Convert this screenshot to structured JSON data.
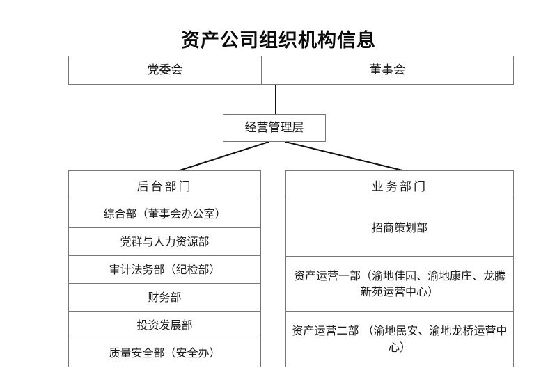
{
  "title": "资产公司组织机构信息",
  "top_tier": {
    "party_committee": "党委会",
    "board_of_directors": "董事会"
  },
  "management_tier": {
    "label": "经营管理层"
  },
  "columns": [
    {
      "key": "back_office",
      "header": "后台部门",
      "items": [
        "综合部（董事会办公室）",
        "党群与人力资源部",
        "审计法务部（纪检部）",
        "财务部",
        "投资发展部",
        "质量安全部（安全办）"
      ]
    },
    {
      "key": "business",
      "header": "业务部门",
      "items": [
        "招商策划部",
        "资产运营一部（渝地佳园、渝地康庄、龙腾新苑运营中心）",
        "资产运营二部 （渝地民安、渝地龙桥运营中心）"
      ]
    }
  ],
  "colors": {
    "background": "#ffffff",
    "border": "#777777",
    "text": "#1a1a1a",
    "title_text": "#0a0a0a",
    "connector": "#111111"
  }
}
